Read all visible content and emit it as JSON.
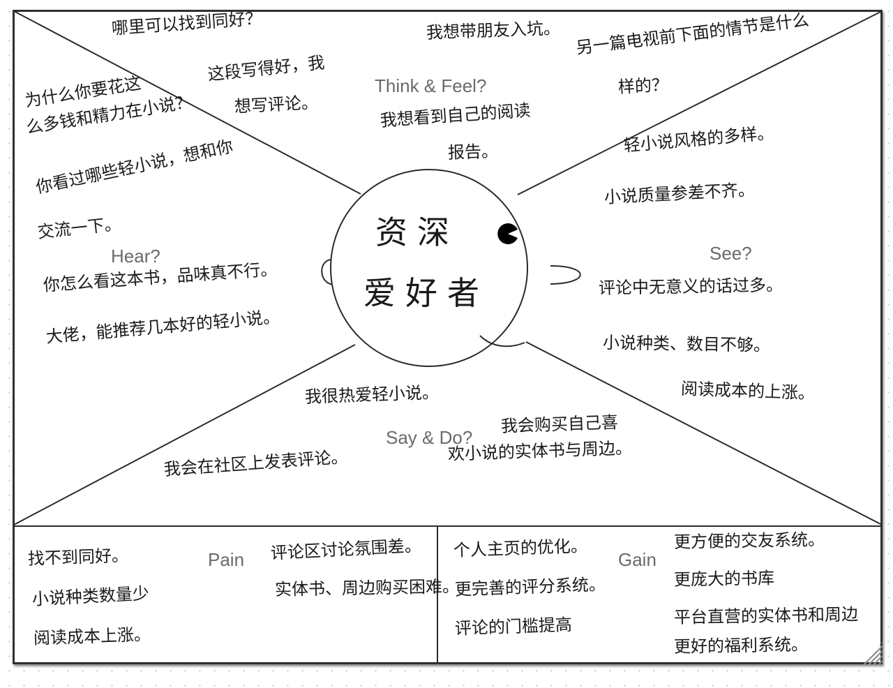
{
  "quadrant_labels": {
    "think_feel": "Think & Feel?",
    "hear": "Hear?",
    "see": "See?",
    "say_do": "Say & Do?",
    "pain": "Pain",
    "gain": "Gain"
  },
  "persona": {
    "line1": "资深",
    "line2": "爱好者"
  },
  "think_feel_notes": [
    "哪里可以找到同好？",
    "这段写得好，我",
    "想写评论。",
    "我想带朋友入坑。",
    "另一篇电视前下面的情节是什么",
    "样的？",
    "我想看到自己的阅读",
    "报告。"
  ],
  "hear_notes": [
    "为什么你要花这",
    "么多钱和精力在小说？",
    "你看过哪些轻小说，想和你",
    "交流一下。",
    "你怎么看这本书，品味真不行。",
    "大佬，能推荐几本好的轻小说。"
  ],
  "see_notes": [
    "轻小说风格的多样。",
    "小说质量参差不齐。",
    "评论中无意义的话过多。",
    "小说种类、数目不够。",
    "阅读成本的上涨。"
  ],
  "say_do_notes": [
    "我很热爱轻小说。",
    "我会购买自己喜",
    "欢小说的实体书与周边。",
    "我会在社区上发表评论。"
  ],
  "pain_notes": [
    "找不到同好。",
    "小说种类数量少",
    "阅读成本上涨。",
    "评论区讨论氛围差。",
    "实体书、周边购买困难。"
  ],
  "gain_notes": [
    "个人主页的优化。",
    "更完善的评分系统。",
    "评论的门槛提高",
    "更方便的交友系统。",
    "更庞大的书库",
    "平台直营的实体书和周边",
    "更好的福利系统。"
  ]
}
